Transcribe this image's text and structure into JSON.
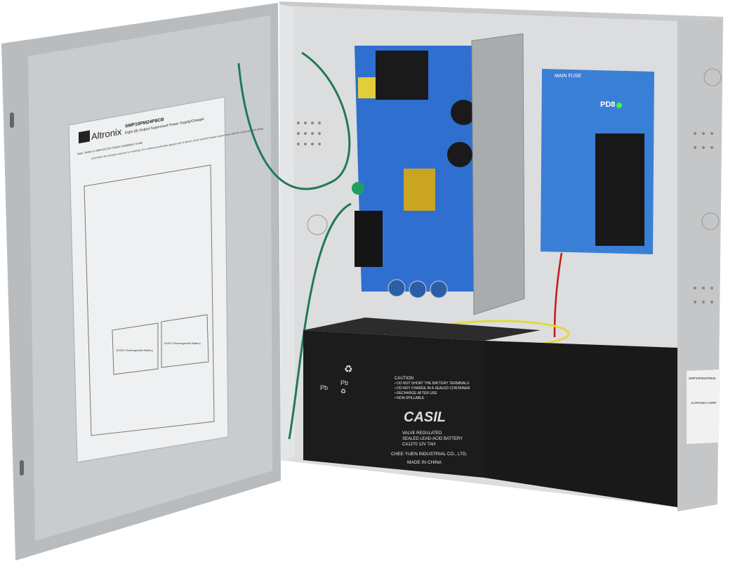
{
  "manual": {
    "brand": "Altronix",
    "model": "SMP10PM24P8CB",
    "subtitle": "Eight (8) Output Supervised Power Supply/Charger",
    "note": "Note: Refer to SMP10C24X Series Installation Guide",
    "caution": "CAUTION: De-energize unit prior to servicing. For continued protection against risk of electric shock and fire hazard replace fuse with the same type and rating",
    "battery_left": "12VDC Rechargeable Battery",
    "battery_right": "12VDC Rechargeable Battery"
  },
  "pd8_board": {
    "title": "PD8",
    "fuse_label": "MAIN FUSE"
  },
  "battery": {
    "caution_title": "CAUTION",
    "caution_lines": [
      "• DO NOT SHORT THE BATTERY TERMINALS",
      "• DO NOT CHARGE IN A SEALED CONTAINER",
      "• RECHARGE AFTER USE",
      "• NON-SPILLABLE"
    ],
    "brand": "CASIL",
    "line1": "VALVE REGULATED",
    "line2": "SEALED LEAD-ACID BATTERY",
    "line3": "CA1270      12V      7AH",
    "maker": "CHEE YUEN INDUSTRIAL CO., LTD.",
    "origin": "MADE IN CHINA",
    "pb1": "Pb",
    "pb2": "Pb"
  },
  "side_label": {
    "model": "SMP10PM24P8CB",
    "brand": "ALTRONIX CORP."
  },
  "colors": {
    "enclosure": "#d9dadb",
    "pcb": "#2f6fd0",
    "battery": "#1c1c1c",
    "wire_green": "#1f7a5a"
  }
}
